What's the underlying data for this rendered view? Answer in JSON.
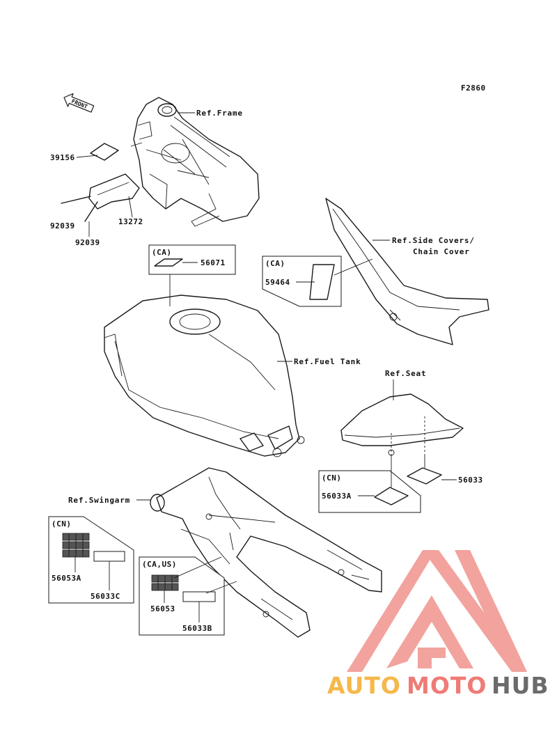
{
  "figure_code": "F2860",
  "front_marker": "FRONT",
  "refs": {
    "frame": "Ref.Frame",
    "side_covers_1": "Ref.Side Covers/",
    "side_covers_2": "Chain Cover",
    "fuel_tank": "Ref.Fuel Tank",
    "seat": "Ref.Seat",
    "swingarm": "Ref.Swingarm"
  },
  "regions": {
    "ca": "(CA)",
    "cn": "(CN)",
    "ca_us": "(CA,US)"
  },
  "parts": {
    "p39156": "39156",
    "p92039a": "92039",
    "p92039b": "92039",
    "p13272": "13272",
    "p56071": "56071",
    "p59464": "59464",
    "p56033": "56033",
    "p56033A": "56033A",
    "p56053A": "56053A",
    "p56033C": "56033C",
    "p56053": "56053",
    "p56033B": "56033B"
  },
  "watermark": {
    "part1": "AUTO",
    "part2": "MOTO",
    "part3": "HUB",
    "color1": "#f5b84a",
    "color2": "#ef7b76",
    "color3": "#6b6b6b",
    "logo_color": "#f08d86"
  }
}
